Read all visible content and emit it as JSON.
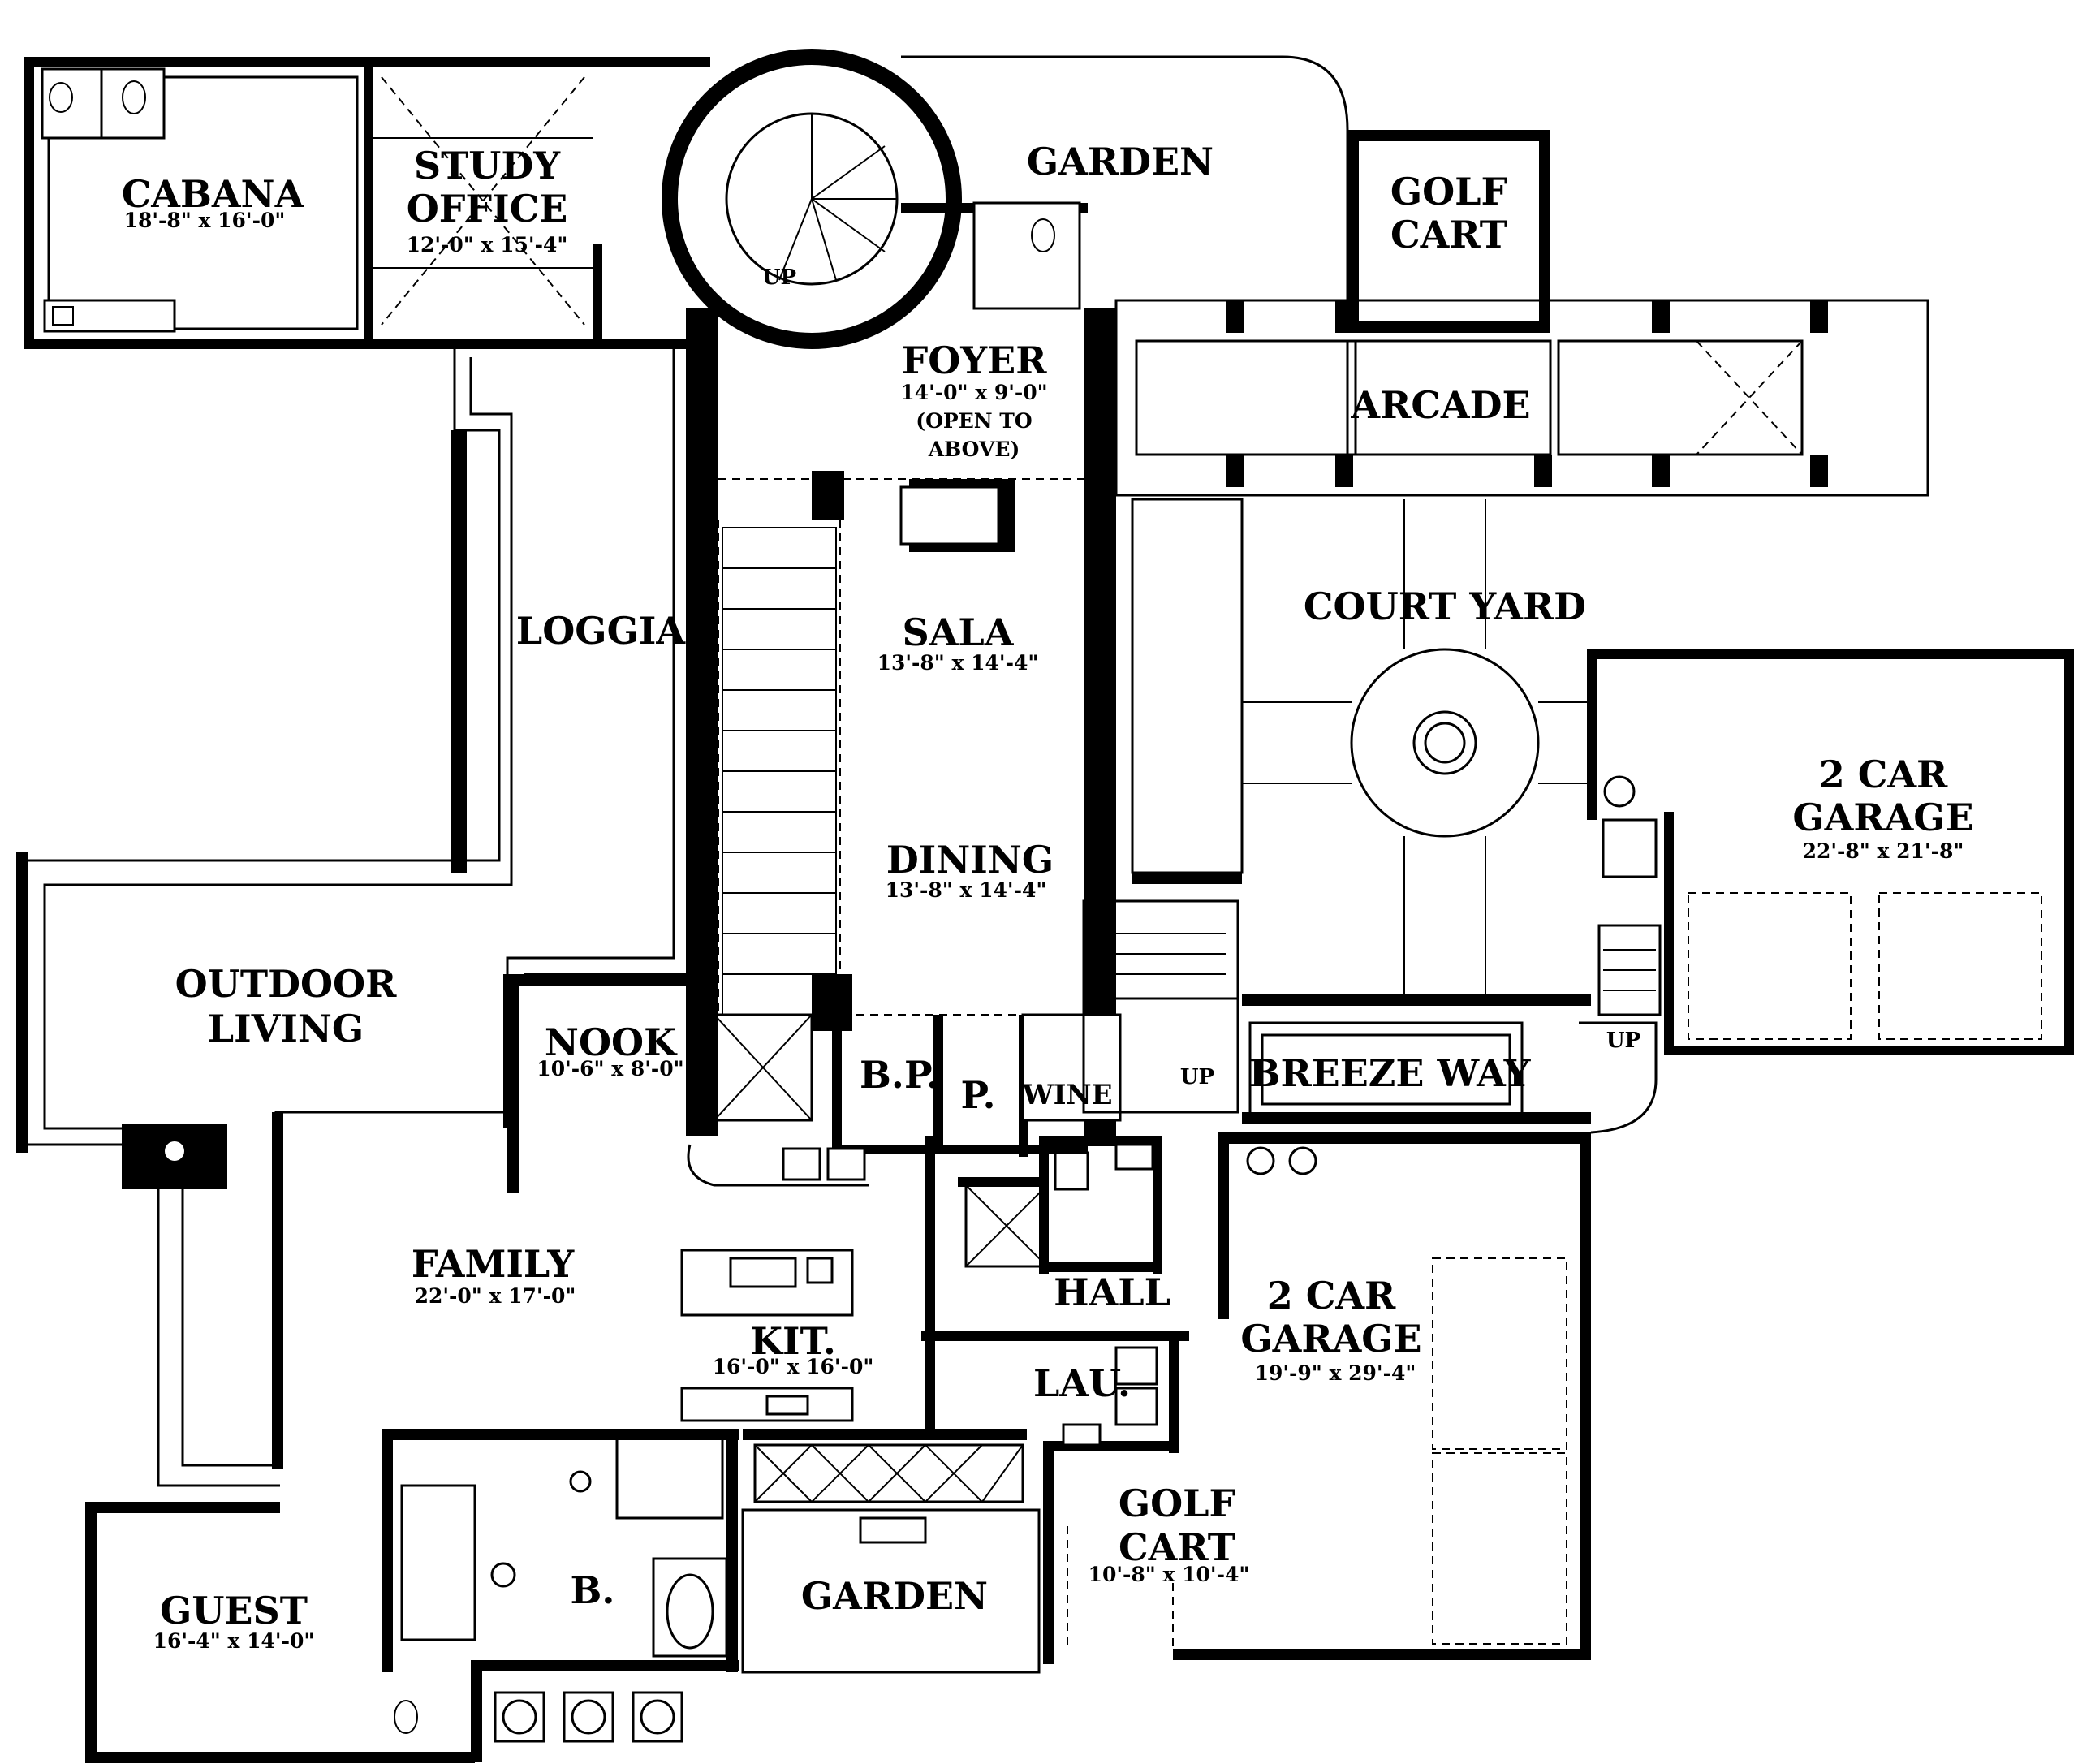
{
  "plan": {
    "rooms": {
      "cabana": {
        "name": "CABANA",
        "dims": "18'-8\" x 16'-0\""
      },
      "study": {
        "name1": "STUDY",
        "name2": "OFFICE",
        "dims": "12'-0\" x 15'-4\""
      },
      "garden_top": {
        "name": "GARDEN"
      },
      "golf_cart_top": {
        "name1": "GOLF",
        "name2": "CART"
      },
      "foyer": {
        "name": "FOYER",
        "dims": "14'-0\" x 9'-0\"",
        "note1": "(OPEN TO",
        "note2": "ABOVE)"
      },
      "arcade": {
        "name": "ARCADE"
      },
      "loggia": {
        "name": "LOGGIA"
      },
      "sala": {
        "name": "SALA",
        "dims": "13'-8\" x 14'-4\""
      },
      "court_yard": {
        "name": "COURT YARD"
      },
      "garage_right": {
        "name1": "2 CAR",
        "name2": "GARAGE",
        "dims": "22'-8\" x 21'-8\""
      },
      "dining": {
        "name": "DINING",
        "dims": "13'-8\" x 14'-4\""
      },
      "outdoor_living": {
        "name1": "OUTDOOR",
        "name2": "LIVING"
      },
      "nook": {
        "name": "NOOK",
        "dims": "10'-6\" x 8'-0\""
      },
      "bp": {
        "name": "B.P."
      },
      "pantry": {
        "name": "P."
      },
      "wine": {
        "name": "WINE"
      },
      "breeze_way": {
        "name": "BREEZE WAY"
      },
      "family": {
        "name": "FAMILY",
        "dims": "22'-0\" x 17'-0\""
      },
      "hall": {
        "name": "HALL"
      },
      "garage_main": {
        "name1": "2 CAR",
        "name2": "GARAGE",
        "dims": "19'-9\" x 29'-4\""
      },
      "kitchen": {
        "name": "KIT.",
        "dims": "16'-0\" x 16'-0\""
      },
      "laundry": {
        "name": "LAU."
      },
      "golf_cart_bottom": {
        "name1": "GOLF",
        "name2": "CART",
        "dims": "10'-8\" x 10'-4\""
      },
      "guest": {
        "name": "GUEST",
        "dims": "16'-4\" x 14'-0\""
      },
      "bath": {
        "name": "B."
      },
      "garden_bottom": {
        "name": "GARDEN"
      }
    },
    "stair_labels": {
      "spiral": "UP",
      "center": "UP",
      "garage": "UP"
    }
  }
}
